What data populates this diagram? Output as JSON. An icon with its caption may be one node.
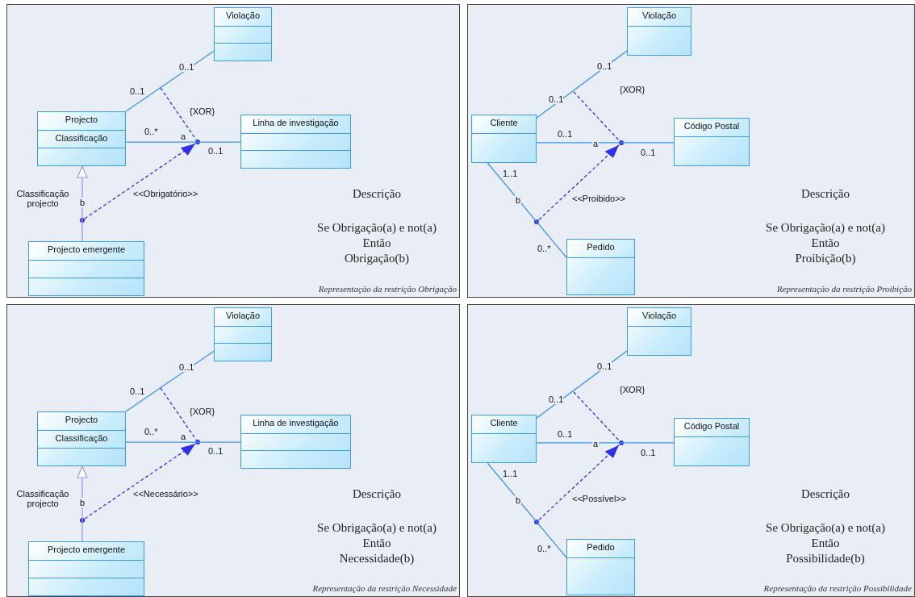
{
  "diagram": {
    "nodes": [
      {
        "text": [
          "Descrição",
          "Se Obrigação(a) e not(a)",
          "Então",
          "Obrigação(b)",
          "Representação da restrição Obrigação"
        ]
      },
      {
        "text": [
          "Violação"
        ],
        "in": 0
      },
      {
        "text": [
          "Projecto",
          "Classificação"
        ],
        "in": 0
      },
      {
        "text": [
          "Linha de investigação"
        ],
        "in": 0
      },
      {
        "text": [
          "Projecto emergente"
        ],
        "in": 0
      },
      {
        "text": [],
        "shape": "dot",
        "in": 0
      },
      {
        "text": [],
        "shape": "dot",
        "in": 0
      },
      {
        "text": [
          "Descrição",
          "Se Obrigação(a) e not(a)",
          "Então",
          "Proibição(b)",
          "Representação da restrição Proibição"
        ]
      },
      {
        "text": [
          "Violação"
        ],
        "in": 7
      },
      {
        "text": [
          "Cliente"
        ],
        "in": 7
      },
      {
        "text": [
          "Código Postal"
        ],
        "in": 7
      },
      {
        "text": [
          "Pedido"
        ],
        "in": 7
      },
      {
        "text": [],
        "shape": "dot",
        "in": 7
      },
      {
        "text": [],
        "shape": "dot",
        "in": 7
      },
      {
        "text": [
          "Descrição",
          "Se Obrigação(a) e not(a)",
          "Então",
          "Necessidade(b)",
          "Representação da restrição Necessidade"
        ]
      },
      {
        "text": [
          "Violação"
        ],
        "in": 14
      },
      {
        "text": [
          "Projecto",
          "Classificação"
        ],
        "in": 14
      },
      {
        "text": [
          "Linha de investigação"
        ],
        "in": 14
      },
      {
        "text": [
          "Projecto emergente"
        ],
        "in": 14
      },
      {
        "text": [],
        "shape": "dot",
        "in": 14
      },
      {
        "text": [],
        "shape": "dot",
        "in": 14
      },
      {
        "text": [
          "Descrição",
          "Se Obrigação(a) e not(a)",
          "Então",
          "Possibilidade(b)",
          "Representação da restrição Possibilidade"
        ]
      },
      {
        "text": [
          "Violação"
        ],
        "in": 21
      },
      {
        "text": [
          "Cliente"
        ],
        "in": 21
      },
      {
        "text": [
          "Código Postal"
        ],
        "in": 21
      },
      {
        "text": [
          "Pedido"
        ],
        "in": 21
      },
      {
        "text": [],
        "shape": "dot",
        "in": 21
      },
      {
        "text": [],
        "shape": "dot",
        "in": 21
      }
    ],
    "edges": [
      {
        "from": 2,
        "to": 1,
        "arrow": "none"
      },
      {
        "from": 2,
        "to": 3,
        "arrow": "none",
        "label": "a"
      },
      {
        "from": 4,
        "to": 2,
        "arrow": "to",
        "label": "b",
        "color": "#9a9af0"
      },
      {
        "from": null,
        "to": 5,
        "arrow": "none",
        "label": "{XOR}",
        "style": "dashed",
        "color": "#3030e8"
      },
      {
        "from": 6,
        "to": 5,
        "arrow": "to",
        "label": "<<Obrigatório>>",
        "style": "dashed",
        "color": "#3030e8"
      },
      {
        "from": 9,
        "to": 8,
        "arrow": "none"
      },
      {
        "from": 9,
        "to": 10,
        "arrow": "none",
        "label": "a"
      },
      {
        "from": 9,
        "to": 11,
        "arrow": "none",
        "label": "b"
      },
      {
        "from": null,
        "to": 12,
        "arrow": "none",
        "label": "{XOR}",
        "style": "dashed",
        "color": "#3030e8"
      },
      {
        "from": 13,
        "to": 12,
        "arrow": "to",
        "label": "<<Proibido>>",
        "style": "dashed",
        "color": "#3030e8"
      },
      {
        "from": 16,
        "to": 15,
        "arrow": "none"
      },
      {
        "from": 16,
        "to": 17,
        "arrow": "none",
        "label": "a"
      },
      {
        "from": 18,
        "to": 16,
        "arrow": "to",
        "label": "b",
        "color": "#9a9af0"
      },
      {
        "from": null,
        "to": 19,
        "arrow": "none",
        "label": "{XOR}",
        "style": "dashed",
        "color": "#3030e8"
      },
      {
        "from": 20,
        "to": 19,
        "arrow": "to",
        "label": "<<Necessário>>",
        "style": "dashed",
        "color": "#3030e8"
      },
      {
        "from": 23,
        "to": 22,
        "arrow": "none"
      },
      {
        "from": 23,
        "to": 24,
        "arrow": "none",
        "label": "a"
      },
      {
        "from": 23,
        "to": 25,
        "arrow": "none",
        "label": "b"
      },
      {
        "from": null,
        "to": 26,
        "arrow": "none",
        "label": "{XOR}",
        "style": "dashed",
        "color": "#3030e8"
      },
      {
        "from": 27,
        "to": 26,
        "arrow": "to",
        "label": "<<Possível>>",
        "style": "dashed",
        "color": "#3030e8"
      }
    ],
    "labels": [
      "0..1",
      "0..1",
      "0..*",
      "0..1",
      "Classificação projecto",
      "0..1",
      "0..1",
      "0..1",
      "0..1",
      "1..1",
      "0..*",
      "0..1",
      "0..1",
      "0..*",
      "0..1",
      "Classificação projecto",
      "0..1",
      "0..1",
      "0..1",
      "0..1",
      "1..1",
      "0..*"
    ]
  }
}
